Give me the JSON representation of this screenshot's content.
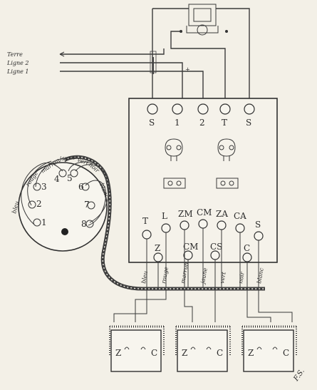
{
  "external_lines": [
    "Terre",
    "Ligne 2",
    "Ligne 1"
  ],
  "line_mark": "+",
  "top_terminals": [
    "S",
    "1",
    "2",
    "T",
    "S"
  ],
  "upper_row_terminals": [
    "T",
    "ZM",
    "CM",
    "ZA",
    "S"
  ],
  "upper_row_terminals_b": [
    "L",
    "CA"
  ],
  "lower_row_terminals": [
    "Z",
    "CM",
    "CS",
    "C"
  ],
  "dial_numbers": [
    "1",
    "2",
    "3",
    "4",
    "5",
    "6",
    "7",
    "8"
  ],
  "dial_arc_labels": [
    "bleu",
    "rouge",
    "marron",
    "jaune",
    "vert",
    "noir",
    "blanc"
  ],
  "cable_wire_labels": [
    "bleu",
    "rouge",
    "marron",
    "jaune",
    "vert",
    "noir",
    "blanc"
  ],
  "bottom_boxes": [
    {
      "left": "Z",
      "right": "C"
    },
    {
      "left": "Z",
      "right": "C"
    },
    {
      "left": "Z",
      "right": "C"
    }
  ],
  "signature": "F.S."
}
